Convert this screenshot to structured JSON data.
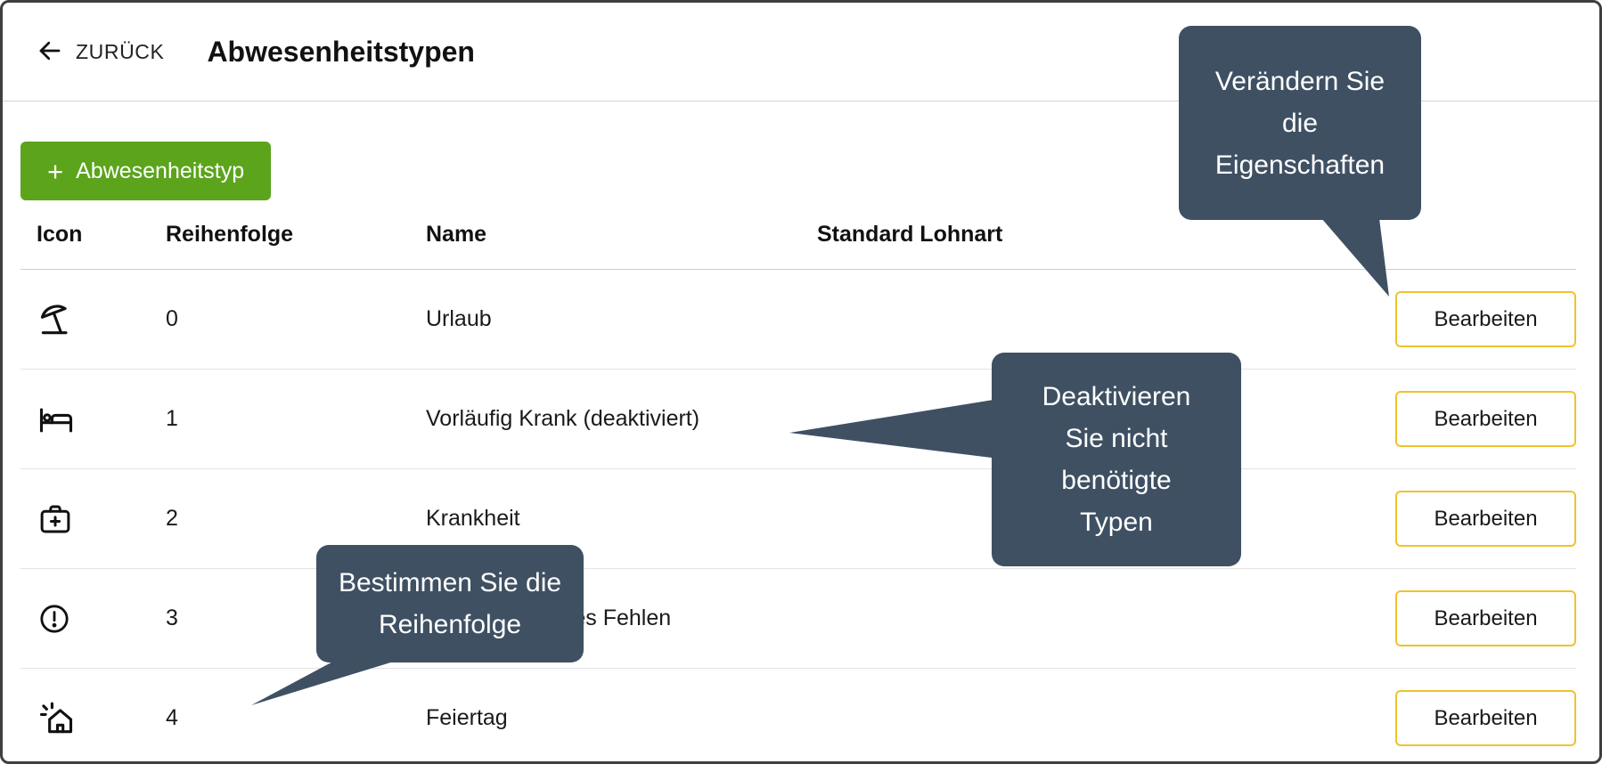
{
  "header": {
    "back_label": "ZURÜCK",
    "title": "Abwesenheitstypen"
  },
  "toolbar": {
    "plus": "+",
    "add_button_label": "Abwesenheitstyp"
  },
  "table": {
    "columns": [
      "Icon",
      "Reihenfolge",
      "Name",
      "Standard Lohnart"
    ],
    "rows": [
      {
        "icon": "beach-umbrella-icon",
        "order": "0",
        "name": "Urlaub",
        "standard_lohnart": "",
        "action": "Bearbeiten"
      },
      {
        "icon": "bed-icon",
        "order": "1",
        "name": "Vorläufig Krank (deaktiviert)",
        "standard_lohnart": "",
        "action": "Bearbeiten"
      },
      {
        "icon": "first-aid-kit-icon",
        "order": "2",
        "name": "Krankheit",
        "standard_lohnart": "",
        "action": "Bearbeiten"
      },
      {
        "icon": "exclamation-circle-icon",
        "order": "3",
        "name": "Unentschuldigtes Fehlen",
        "standard_lohnart": "",
        "action": "Bearbeiten"
      },
      {
        "icon": "holiday-house-icon",
        "order": "4",
        "name": "Feiertag",
        "standard_lohnart": "",
        "action": "Bearbeiten"
      }
    ]
  },
  "tooltips": [
    {
      "id": "edit-properties",
      "lines": [
        "Verändern Sie",
        "die",
        "Eigenschaften"
      ]
    },
    {
      "id": "deactivate-types",
      "lines": [
        "Deaktivieren",
        "Sie nicht",
        "benötigte",
        "Typen"
      ]
    },
    {
      "id": "set-order",
      "lines": [
        "Bestimmen Sie die",
        "Reihenfolge"
      ]
    }
  ],
  "colors": {
    "add_button_green": "#5ba41c",
    "tooltip_background": "#3f5063",
    "edit_button_border": "#f0c22c"
  }
}
